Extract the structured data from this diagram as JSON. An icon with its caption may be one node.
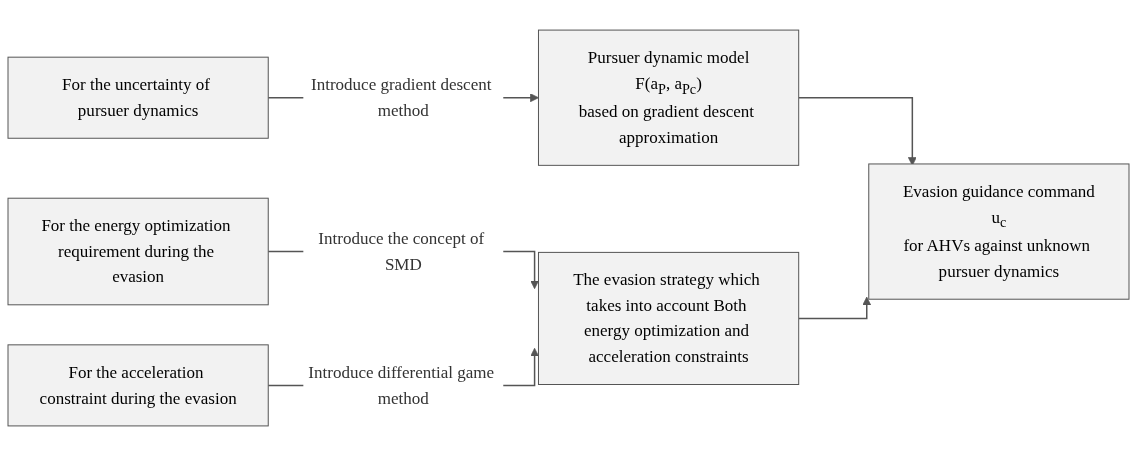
{
  "diagram": {
    "nodes": [
      {
        "text": [
          "For the uncertainty of pursuer dynamics"
        ]
      },
      {
        "text": [
          "Pursuer dynamic model",
          "F(a$_{P}$, a$_{Pc}$)",
          "based on gradient descent approximation"
        ]
      },
      {
        "text": [
          "For the energy optimization requirement during the evasion"
        ]
      },
      {
        "text": [
          "For the acceleration constraint during the evasion"
        ]
      },
      {
        "text": [
          "The evasion strategy which takes into account Both energy optimization and acceleration constraints"
        ]
      },
      {
        "text": [
          "Evasion guidance command",
          "u$_{c}$",
          "for AHVs against unknown pursuer dynamics"
        ]
      }
    ],
    "edges": [
      {
        "from": 0,
        "to": 1,
        "arrow": "to",
        "label": "Introduce gradient descent method"
      },
      {
        "from": 2,
        "to": 4,
        "arrow": "to",
        "label": "Introduce the concept of SMD"
      },
      {
        "from": 3,
        "to": 4,
        "arrow": "to",
        "label": "Introduce differential game method"
      },
      {
        "from": 1,
        "to": 5,
        "arrow": "to"
      },
      {
        "from": 4,
        "to": 5,
        "arrow": "to"
      }
    ]
  }
}
